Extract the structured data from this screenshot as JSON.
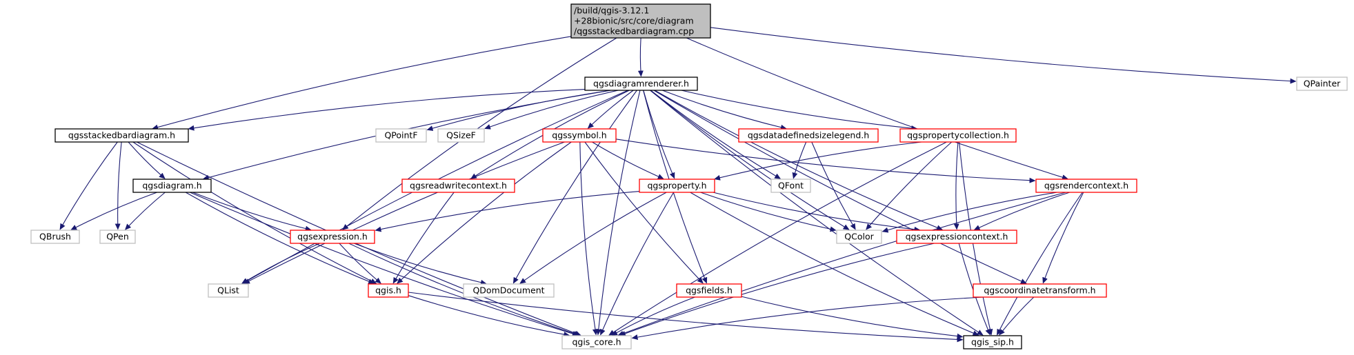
{
  "colors": {
    "edge": "#191970",
    "border_black": "#000000",
    "border_red": "#ff0000",
    "border_grey": "#bfbfbf",
    "root_fill": "#bfbfbf",
    "fill": "#ffffff"
  },
  "nodes": [
    {
      "id": "root",
      "lines": [
        "/build/qgis-3.12.1",
        "+28bionic/src/core/diagram",
        "/qgsstackedbardiagram.cpp"
      ],
      "style": "root"
    },
    {
      "id": "renderer",
      "lines": [
        "qgsdiagramrenderer.h"
      ],
      "style": "black"
    },
    {
      "id": "qpainter",
      "lines": [
        "QPainter"
      ],
      "style": "grey"
    },
    {
      "id": "stacked",
      "lines": [
        "qgsstackedbardiagram.h"
      ],
      "style": "black"
    },
    {
      "id": "qpointf",
      "lines": [
        "QPointF"
      ],
      "style": "grey"
    },
    {
      "id": "qsizef",
      "lines": [
        "QSizeF"
      ],
      "style": "grey"
    },
    {
      "id": "symbol",
      "lines": [
        "qgssymbol.h"
      ],
      "style": "red"
    },
    {
      "id": "ddlegend",
      "lines": [
        "qgsdatadefinedsizelegend.h"
      ],
      "style": "red"
    },
    {
      "id": "propcoll",
      "lines": [
        "qgspropertycollection.h"
      ],
      "style": "red"
    },
    {
      "id": "diagram",
      "lines": [
        "qgsdiagram.h"
      ],
      "style": "black"
    },
    {
      "id": "rwcontext",
      "lines": [
        "qgsreadwritecontext.h"
      ],
      "style": "red"
    },
    {
      "id": "property",
      "lines": [
        "qgsproperty.h"
      ],
      "style": "red"
    },
    {
      "id": "qfont",
      "lines": [
        "QFont"
      ],
      "style": "grey"
    },
    {
      "id": "rendercontext",
      "lines": [
        "qgsrendercontext.h"
      ],
      "style": "red"
    },
    {
      "id": "qbrush",
      "lines": [
        "QBrush"
      ],
      "style": "grey"
    },
    {
      "id": "qpen",
      "lines": [
        "QPen"
      ],
      "style": "grey"
    },
    {
      "id": "expression",
      "lines": [
        "qgsexpression.h"
      ],
      "style": "red"
    },
    {
      "id": "qcolor",
      "lines": [
        "QColor"
      ],
      "style": "grey"
    },
    {
      "id": "exprcontext",
      "lines": [
        "qgsexpressioncontext.h"
      ],
      "style": "red"
    },
    {
      "id": "qlist",
      "lines": [
        "QList"
      ],
      "style": "grey"
    },
    {
      "id": "qgis",
      "lines": [
        "qgis.h"
      ],
      "style": "red"
    },
    {
      "id": "qdomdoc",
      "lines": [
        "QDomDocument"
      ],
      "style": "grey"
    },
    {
      "id": "fields",
      "lines": [
        "qgsfields.h"
      ],
      "style": "red"
    },
    {
      "id": "coordtrans",
      "lines": [
        "qgscoordinatetransform.h"
      ],
      "style": "red"
    },
    {
      "id": "qgiscore",
      "lines": [
        "qgis_core.h"
      ],
      "style": "grey"
    },
    {
      "id": "qgissip",
      "lines": [
        "qgis_sip.h"
      ],
      "style": "black"
    }
  ],
  "edges": [
    [
      "root",
      "renderer"
    ],
    [
      "root",
      "qpainter"
    ],
    [
      "root",
      "stacked"
    ],
    [
      "root",
      "expression"
    ],
    [
      "root",
      "rendercontext"
    ],
    [
      "renderer",
      "stacked"
    ],
    [
      "renderer",
      "diagram"
    ],
    [
      "renderer",
      "qpointf"
    ],
    [
      "renderer",
      "qsizef"
    ],
    [
      "renderer",
      "symbol"
    ],
    [
      "renderer",
      "ddlegend"
    ],
    [
      "renderer",
      "propcoll"
    ],
    [
      "renderer",
      "rwcontext"
    ],
    [
      "renderer",
      "property"
    ],
    [
      "renderer",
      "qfont"
    ],
    [
      "renderer",
      "qcolor"
    ],
    [
      "renderer",
      "exprcontext"
    ],
    [
      "renderer",
      "qlist"
    ],
    [
      "renderer",
      "qdomdoc"
    ],
    [
      "renderer",
      "fields"
    ],
    [
      "renderer",
      "coordtrans"
    ],
    [
      "renderer",
      "qgiscore"
    ],
    [
      "renderer",
      "qgissip"
    ],
    [
      "stacked",
      "diagram"
    ],
    [
      "stacked",
      "qbrush"
    ],
    [
      "stacked",
      "qpen"
    ],
    [
      "stacked",
      "qgis"
    ],
    [
      "stacked",
      "qgiscore"
    ],
    [
      "diagram",
      "qbrush"
    ],
    [
      "diagram",
      "qpen"
    ],
    [
      "diagram",
      "expression"
    ],
    [
      "diagram",
      "qgis"
    ],
    [
      "diagram",
      "qgiscore"
    ],
    [
      "symbol",
      "property"
    ],
    [
      "symbol",
      "rendercontext"
    ],
    [
      "symbol",
      "qlist"
    ],
    [
      "symbol",
      "qgis"
    ],
    [
      "symbol",
      "fields"
    ],
    [
      "symbol",
      "qgiscore"
    ],
    [
      "ddlegend",
      "qfont"
    ],
    [
      "ddlegend",
      "qcolor"
    ],
    [
      "propcoll",
      "property"
    ],
    [
      "propcoll",
      "qcolor"
    ],
    [
      "propcoll",
      "exprcontext"
    ],
    [
      "propcoll",
      "qgiscore"
    ],
    [
      "propcoll",
      "qgissip"
    ],
    [
      "rwcontext",
      "qgis"
    ],
    [
      "property",
      "expression"
    ],
    [
      "property",
      "qcolor"
    ],
    [
      "property",
      "exprcontext"
    ],
    [
      "property",
      "qdomdoc"
    ],
    [
      "property",
      "qgiscore"
    ],
    [
      "property",
      "qgissip"
    ],
    [
      "rendercontext",
      "qcolor"
    ],
    [
      "rendercontext",
      "exprcontext"
    ],
    [
      "rendercontext",
      "coordtrans"
    ],
    [
      "rendercontext",
      "qgiscore"
    ],
    [
      "rendercontext",
      "qgissip"
    ],
    [
      "expression",
      "qlist"
    ],
    [
      "expression",
      "qgis"
    ],
    [
      "expression",
      "qdomdoc"
    ],
    [
      "expression",
      "qgiscore"
    ],
    [
      "exprcontext",
      "qgiscore"
    ],
    [
      "exprcontext",
      "qgissip"
    ],
    [
      "qgis",
      "qgiscore"
    ],
    [
      "qgis",
      "qgissip"
    ],
    [
      "fields",
      "qgiscore"
    ],
    [
      "fields",
      "qgissip"
    ],
    [
      "coordtrans",
      "qgiscore"
    ],
    [
      "coordtrans",
      "qgissip"
    ]
  ]
}
